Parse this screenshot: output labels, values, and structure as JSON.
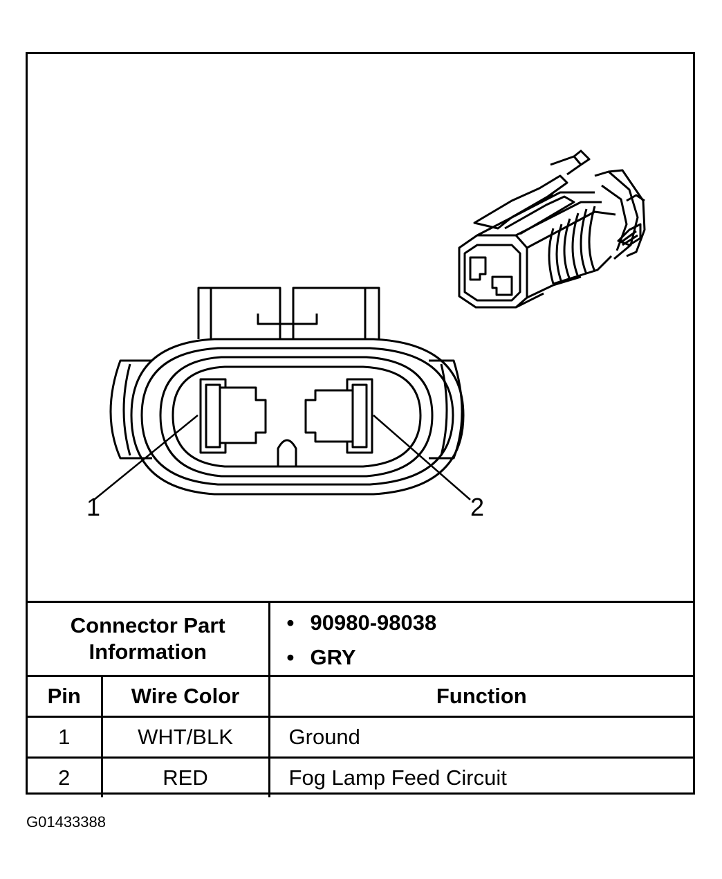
{
  "callouts": {
    "pin1": "1",
    "pin2": "2"
  },
  "connector_info": {
    "label_line1": "Connector Part",
    "label_line2": "Information",
    "items": [
      "90980-98038",
      "GRY"
    ],
    "bullet": "•"
  },
  "table": {
    "headers": [
      "Pin",
      "Wire Color",
      "Function"
    ],
    "rows": [
      [
        "1",
        "WHT/BLK",
        "Ground"
      ],
      [
        "2",
        "RED",
        "Fog Lamp Feed Circuit"
      ]
    ]
  },
  "figure_id": "G01433388"
}
